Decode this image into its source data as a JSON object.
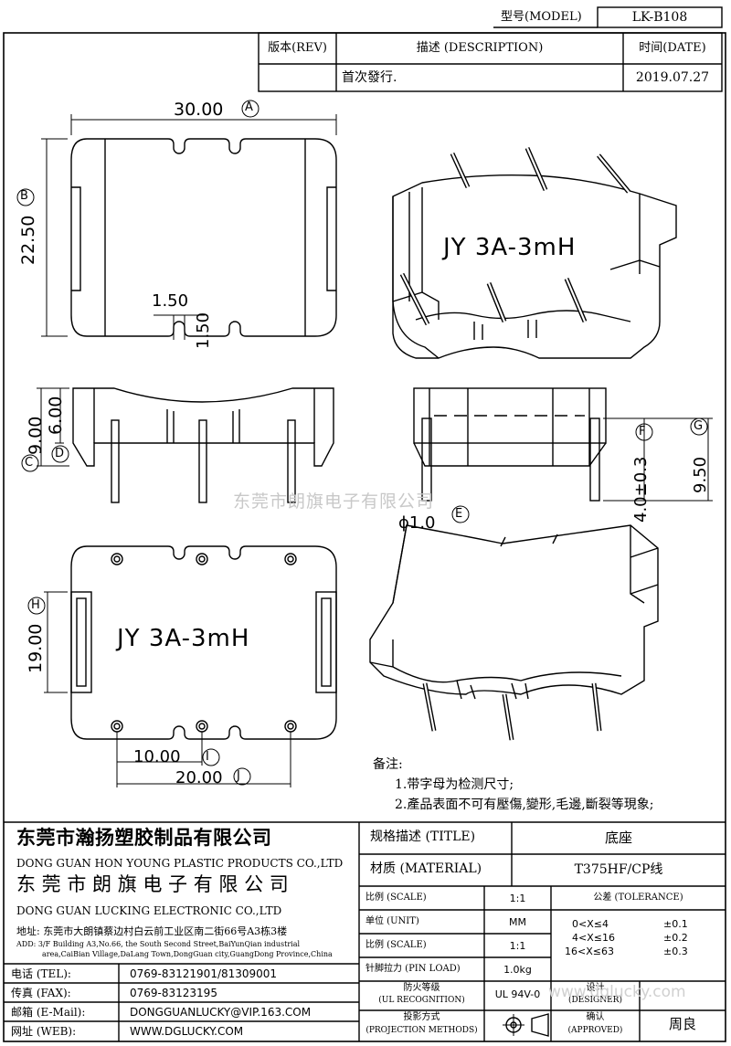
{
  "header": {
    "model_label": "型号(MODEL)",
    "model_value": "LK-B108",
    "rev_label": "版本(REV)",
    "desc_label": "描述 (DESCRIPTION)",
    "date_label": "时间(DATE)",
    "desc_value": "首次發行.",
    "date_value": "2019.07.27"
  },
  "drawing": {
    "dims": {
      "d_30": "30.00",
      "d_22_5": "22.50",
      "d_1_5a": "1.50",
      "d_1_5b": "1.50",
      "d_9": "9.00",
      "d_6": "6.00",
      "d_4": "4.0±0.3",
      "d_9_5": "9.50",
      "d_phi": "ϕ1.0",
      "d_19": "19.00",
      "d_10": "10.00",
      "d_20": "20.00"
    },
    "markers": {
      "A": "A",
      "B": "B",
      "C": "C",
      "D": "D",
      "E": "E",
      "F": "F",
      "G": "G",
      "H": "H",
      "I": "I",
      "J": "J"
    },
    "part_marking_top": "JY 3A-3mH",
    "part_marking_iso": "JY 3A-3mH",
    "watermark": "东莞市朗旗电子有限公司",
    "watermark2": "www.dglucky.com"
  },
  "notes": {
    "title": "备注:",
    "items": [
      "1.带字母为检测尺寸;",
      "2.產品表面不可有壓傷,變形,毛邊,斷裂等現象;"
    ]
  },
  "company": {
    "name1_cn": "东莞市瀚扬塑胶制品有限公司",
    "name1_en": "DONG GUAN HON YOUNG PLASTIC PRODUCTS CO.,LTD",
    "name2_cn": "东 莞 市 朗 旗 电 子 有 限 公 司",
    "name2_en": "DONG GUAN LUCKING ELECTRONIC CO.,LTD",
    "addr_cn": "地址: 东莞市大朗镇蔡边村白云前工业区南二街66号A3栋3楼",
    "addr_en1": "ADD: 3/F Building A3,No.66, the South Second Street,BaiYunQian industrial",
    "addr_en2": "area,CaiBian Village,DaLang Town,DongGuan city,GuangDong Province,China"
  },
  "contact": [
    {
      "label": "电话 (TEL):",
      "value": "0769-83121901/81309001"
    },
    {
      "label": "传真 (FAX):",
      "value": "0769-83123195"
    },
    {
      "label": "邮箱 (E-Mail):",
      "value": "DONGGUANLUCKY@VIP.163.COM"
    },
    {
      "label": "网址 (WEB):",
      "value": "WWW.DGLUCKY.COM"
    }
  ],
  "spec": {
    "title_label": "规格描述 (TITLE)",
    "title_value": "底座",
    "material_label": "材质 (MATERIAL)",
    "material_value": "T375HF/CP线",
    "scale_label": "比例 (SCALE)",
    "scale_value": "1:1",
    "unit_label": "单位 (UNIT)",
    "unit_value": "MM",
    "scale2_label": "比例 (SCALE)",
    "scale2_value": "1:1",
    "pinload_label": "针脚拉力 (PIN LOAD)",
    "pinload_value": "1.0kg",
    "fire_label1": "防火等级",
    "fire_label2": "(UL RECOGNITION)",
    "fire_value": "UL 94V-0",
    "proj_label1": "投影方式",
    "proj_label2": "(PROJECTION METHODS)",
    "tol_label": "公差 (TOLERANCE)",
    "tol_rows": [
      {
        "range": "0<X≤4",
        "val": "±0.1"
      },
      {
        "range": "4<X≤16",
        "val": "±0.2"
      },
      {
        "range": "16<X≤63",
        "val": "±0.3"
      }
    ],
    "designer_label1": "设计",
    "designer_label2": "(DESIGNER)",
    "approved_label1": "确认",
    "approved_label2": "(APPROVED)",
    "approved_value": "周良"
  }
}
